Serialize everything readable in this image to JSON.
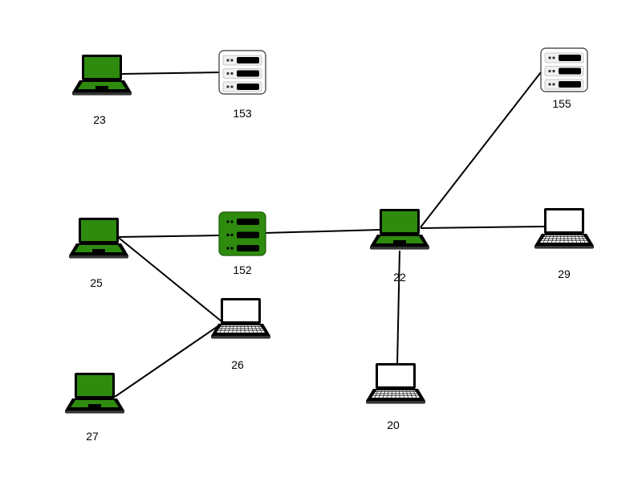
{
  "colors": {
    "active": "#2e8b0e",
    "inactive": "#ffffff",
    "server_light": "#f0f0f0",
    "line": "#000000"
  },
  "nodes": [
    {
      "id": "23",
      "type": "laptop",
      "state": "active",
      "label": "23"
    },
    {
      "id": "153",
      "type": "server",
      "state": "inactive",
      "label": "153"
    },
    {
      "id": "155",
      "type": "server",
      "state": "inactive",
      "label": "155"
    },
    {
      "id": "25",
      "type": "laptop",
      "state": "active",
      "label": "25"
    },
    {
      "id": "152",
      "type": "server",
      "state": "active",
      "label": "152"
    },
    {
      "id": "22",
      "type": "laptop",
      "state": "active",
      "label": "22"
    },
    {
      "id": "29",
      "type": "laptop",
      "state": "inactive",
      "label": "29"
    },
    {
      "id": "26",
      "type": "laptop",
      "state": "inactive",
      "label": "26"
    },
    {
      "id": "27",
      "type": "laptop",
      "state": "active",
      "label": "27"
    },
    {
      "id": "20",
      "type": "laptop",
      "state": "inactive",
      "label": "20"
    }
  ],
  "edges": [
    [
      "23",
      "153"
    ],
    [
      "25",
      "152"
    ],
    [
      "152",
      "22"
    ],
    [
      "22",
      "155"
    ],
    [
      "22",
      "29"
    ],
    [
      "22",
      "20"
    ],
    [
      "25",
      "26"
    ],
    [
      "27",
      "26"
    ]
  ]
}
